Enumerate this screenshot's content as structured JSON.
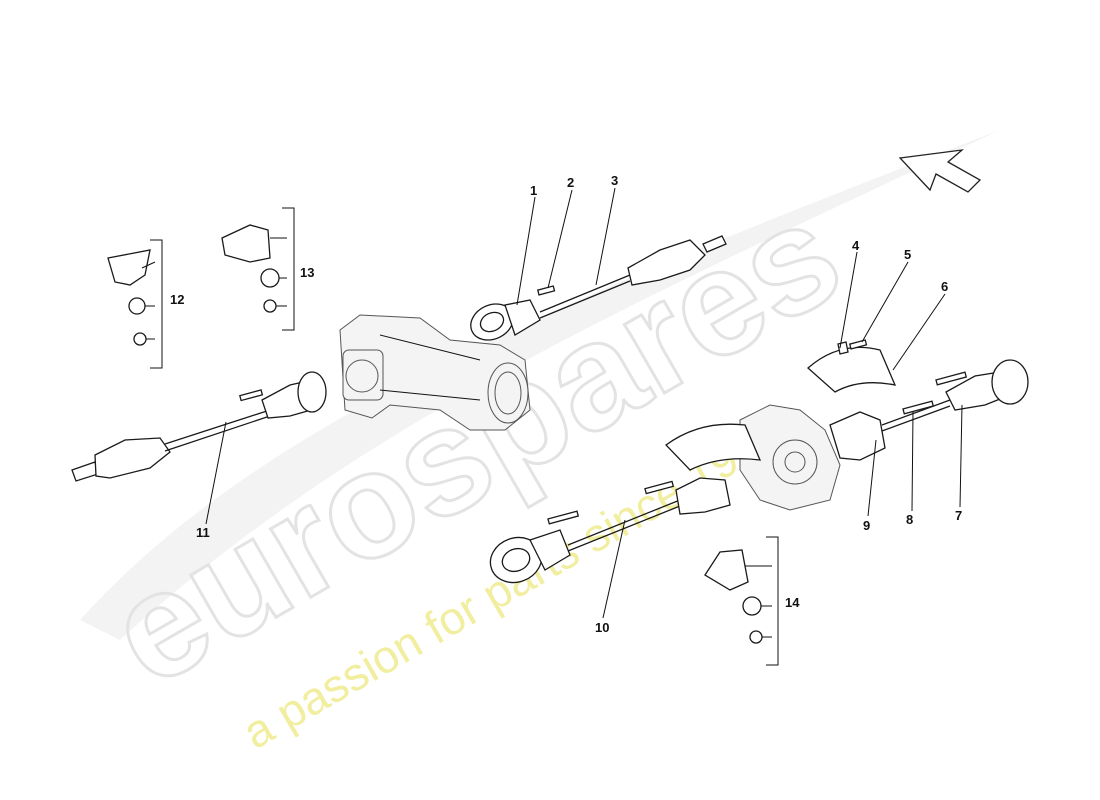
{
  "watermark": {
    "brand": "eurospares",
    "tagline": "a passion for parts since 1985",
    "brand_color": "#e6e6e6",
    "tagline_color": "#f3f0a8"
  },
  "direction_arrow": {
    "icon": "direction-arrow-icon"
  },
  "callouts": [
    {
      "id": "1",
      "label": "1"
    },
    {
      "id": "2",
      "label": "2"
    },
    {
      "id": "3",
      "label": "3"
    },
    {
      "id": "4",
      "label": "4"
    },
    {
      "id": "5",
      "label": "5"
    },
    {
      "id": "6",
      "label": "6"
    },
    {
      "id": "7",
      "label": "7"
    },
    {
      "id": "8",
      "label": "8"
    },
    {
      "id": "9",
      "label": "9"
    },
    {
      "id": "10",
      "label": "10"
    },
    {
      "id": "11",
      "label": "11"
    },
    {
      "id": "12",
      "label": "12"
    },
    {
      "id": "13",
      "label": "13"
    },
    {
      "id": "14",
      "label": "14"
    }
  ]
}
